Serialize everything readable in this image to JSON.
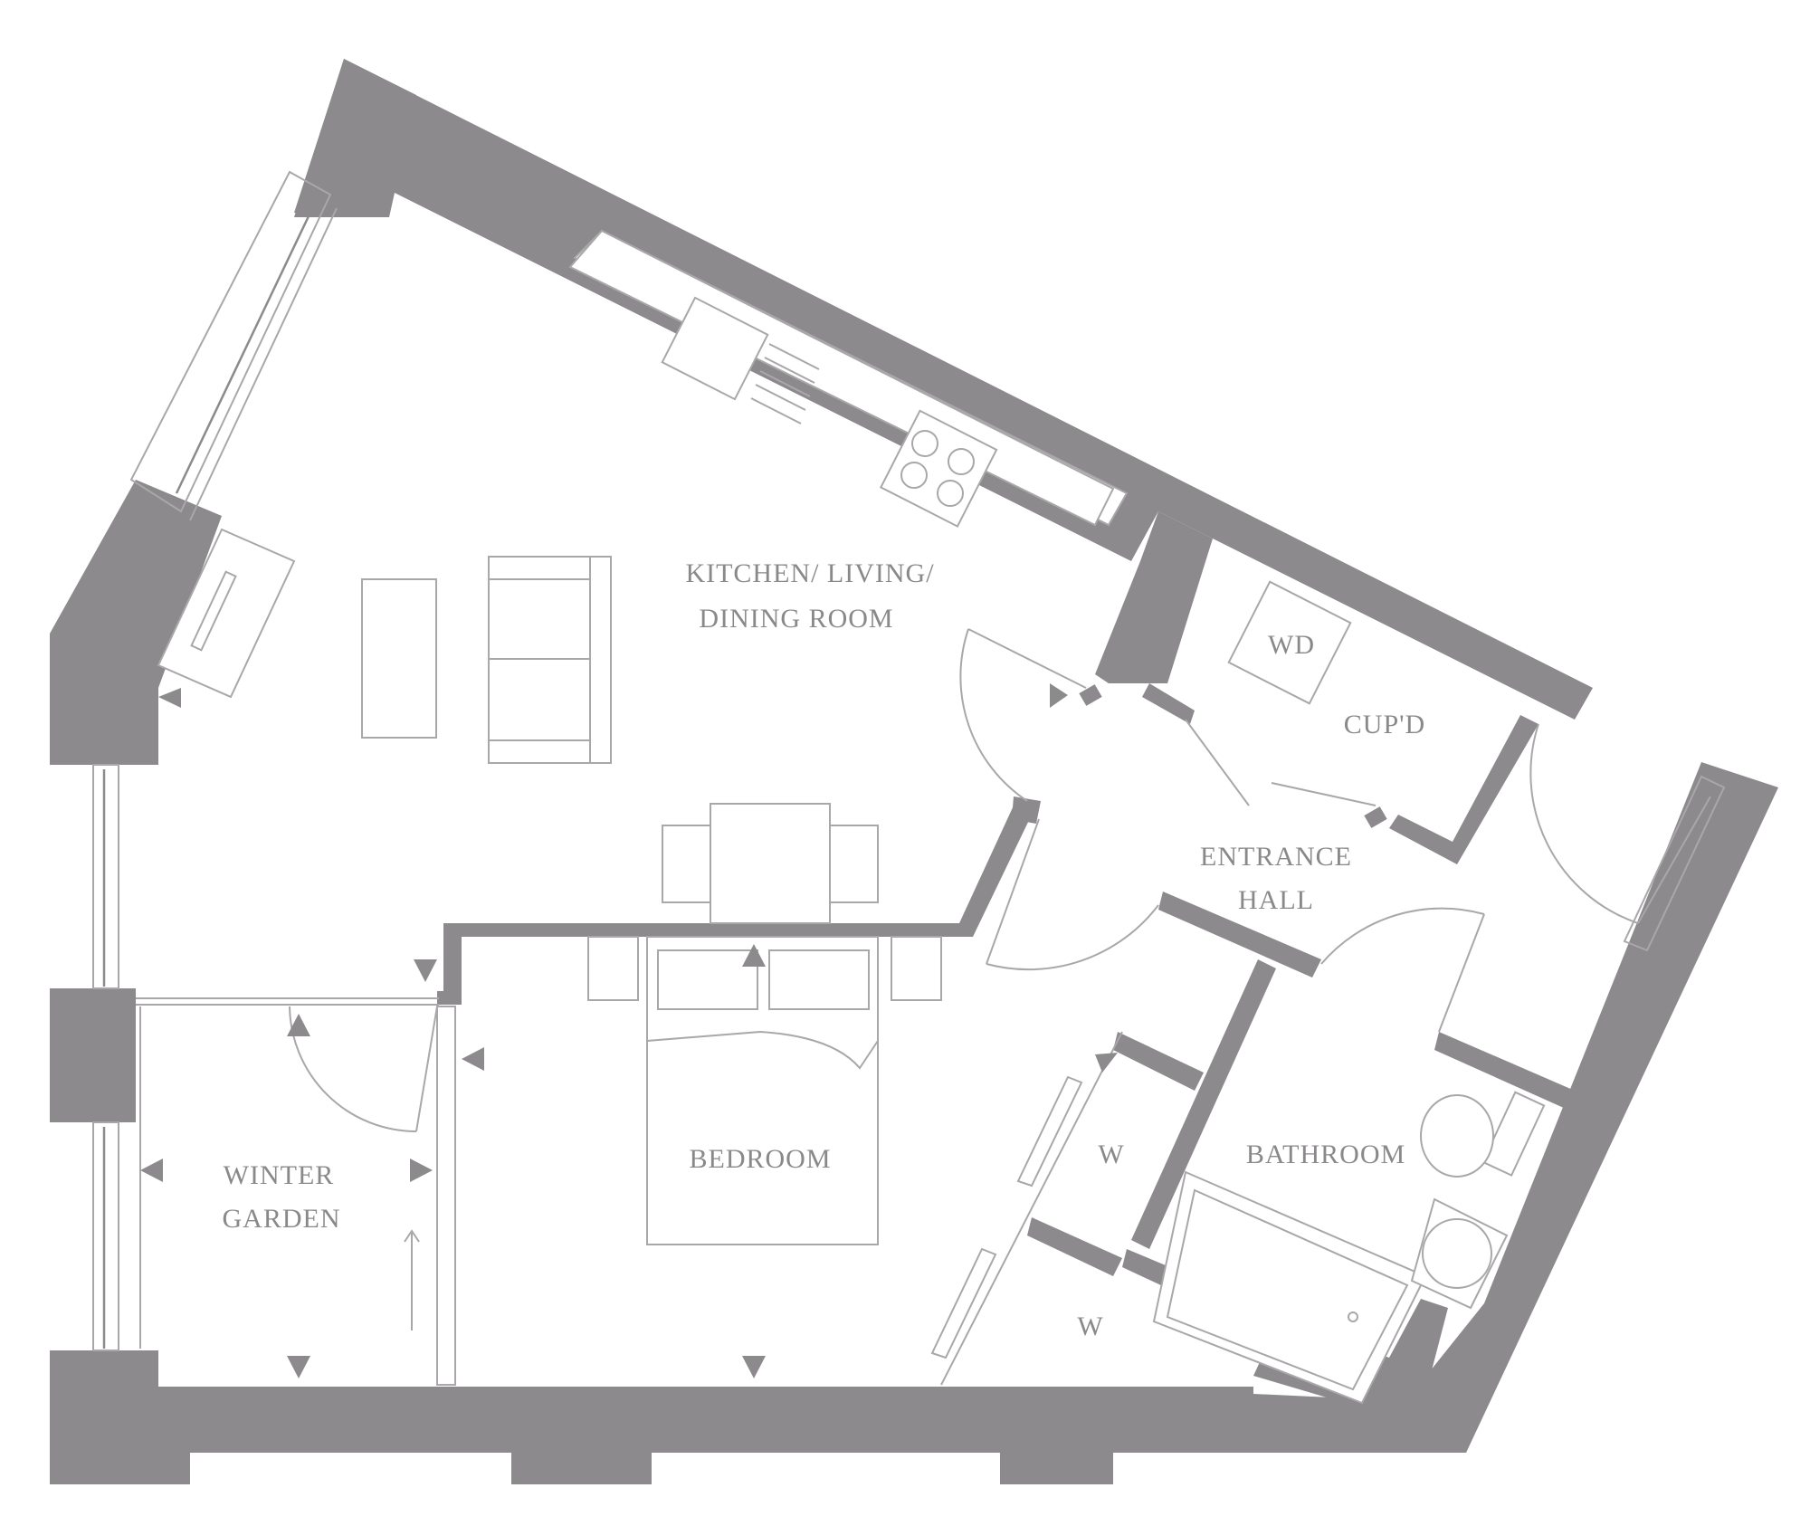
{
  "rooms": {
    "kitchen_line1": "KITCHEN/ LIVING/",
    "kitchen_line2": "DINING ROOM",
    "wd": "WD",
    "cupd": "CUP'D",
    "entrance_line1": "ENTRANCE",
    "entrance_line2": "HALL",
    "bedroom": "BEDROOM",
    "winter_line1": "WINTER",
    "winter_line2": "GARDEN",
    "wardrobe_upper": "W",
    "wardrobe_lower": "W",
    "bathroom": "BATHROOM"
  },
  "colors": {
    "wall": "#8c8a8c",
    "line": "#a9a7a9",
    "text": "#8a888a",
    "background": "#ffffff"
  }
}
